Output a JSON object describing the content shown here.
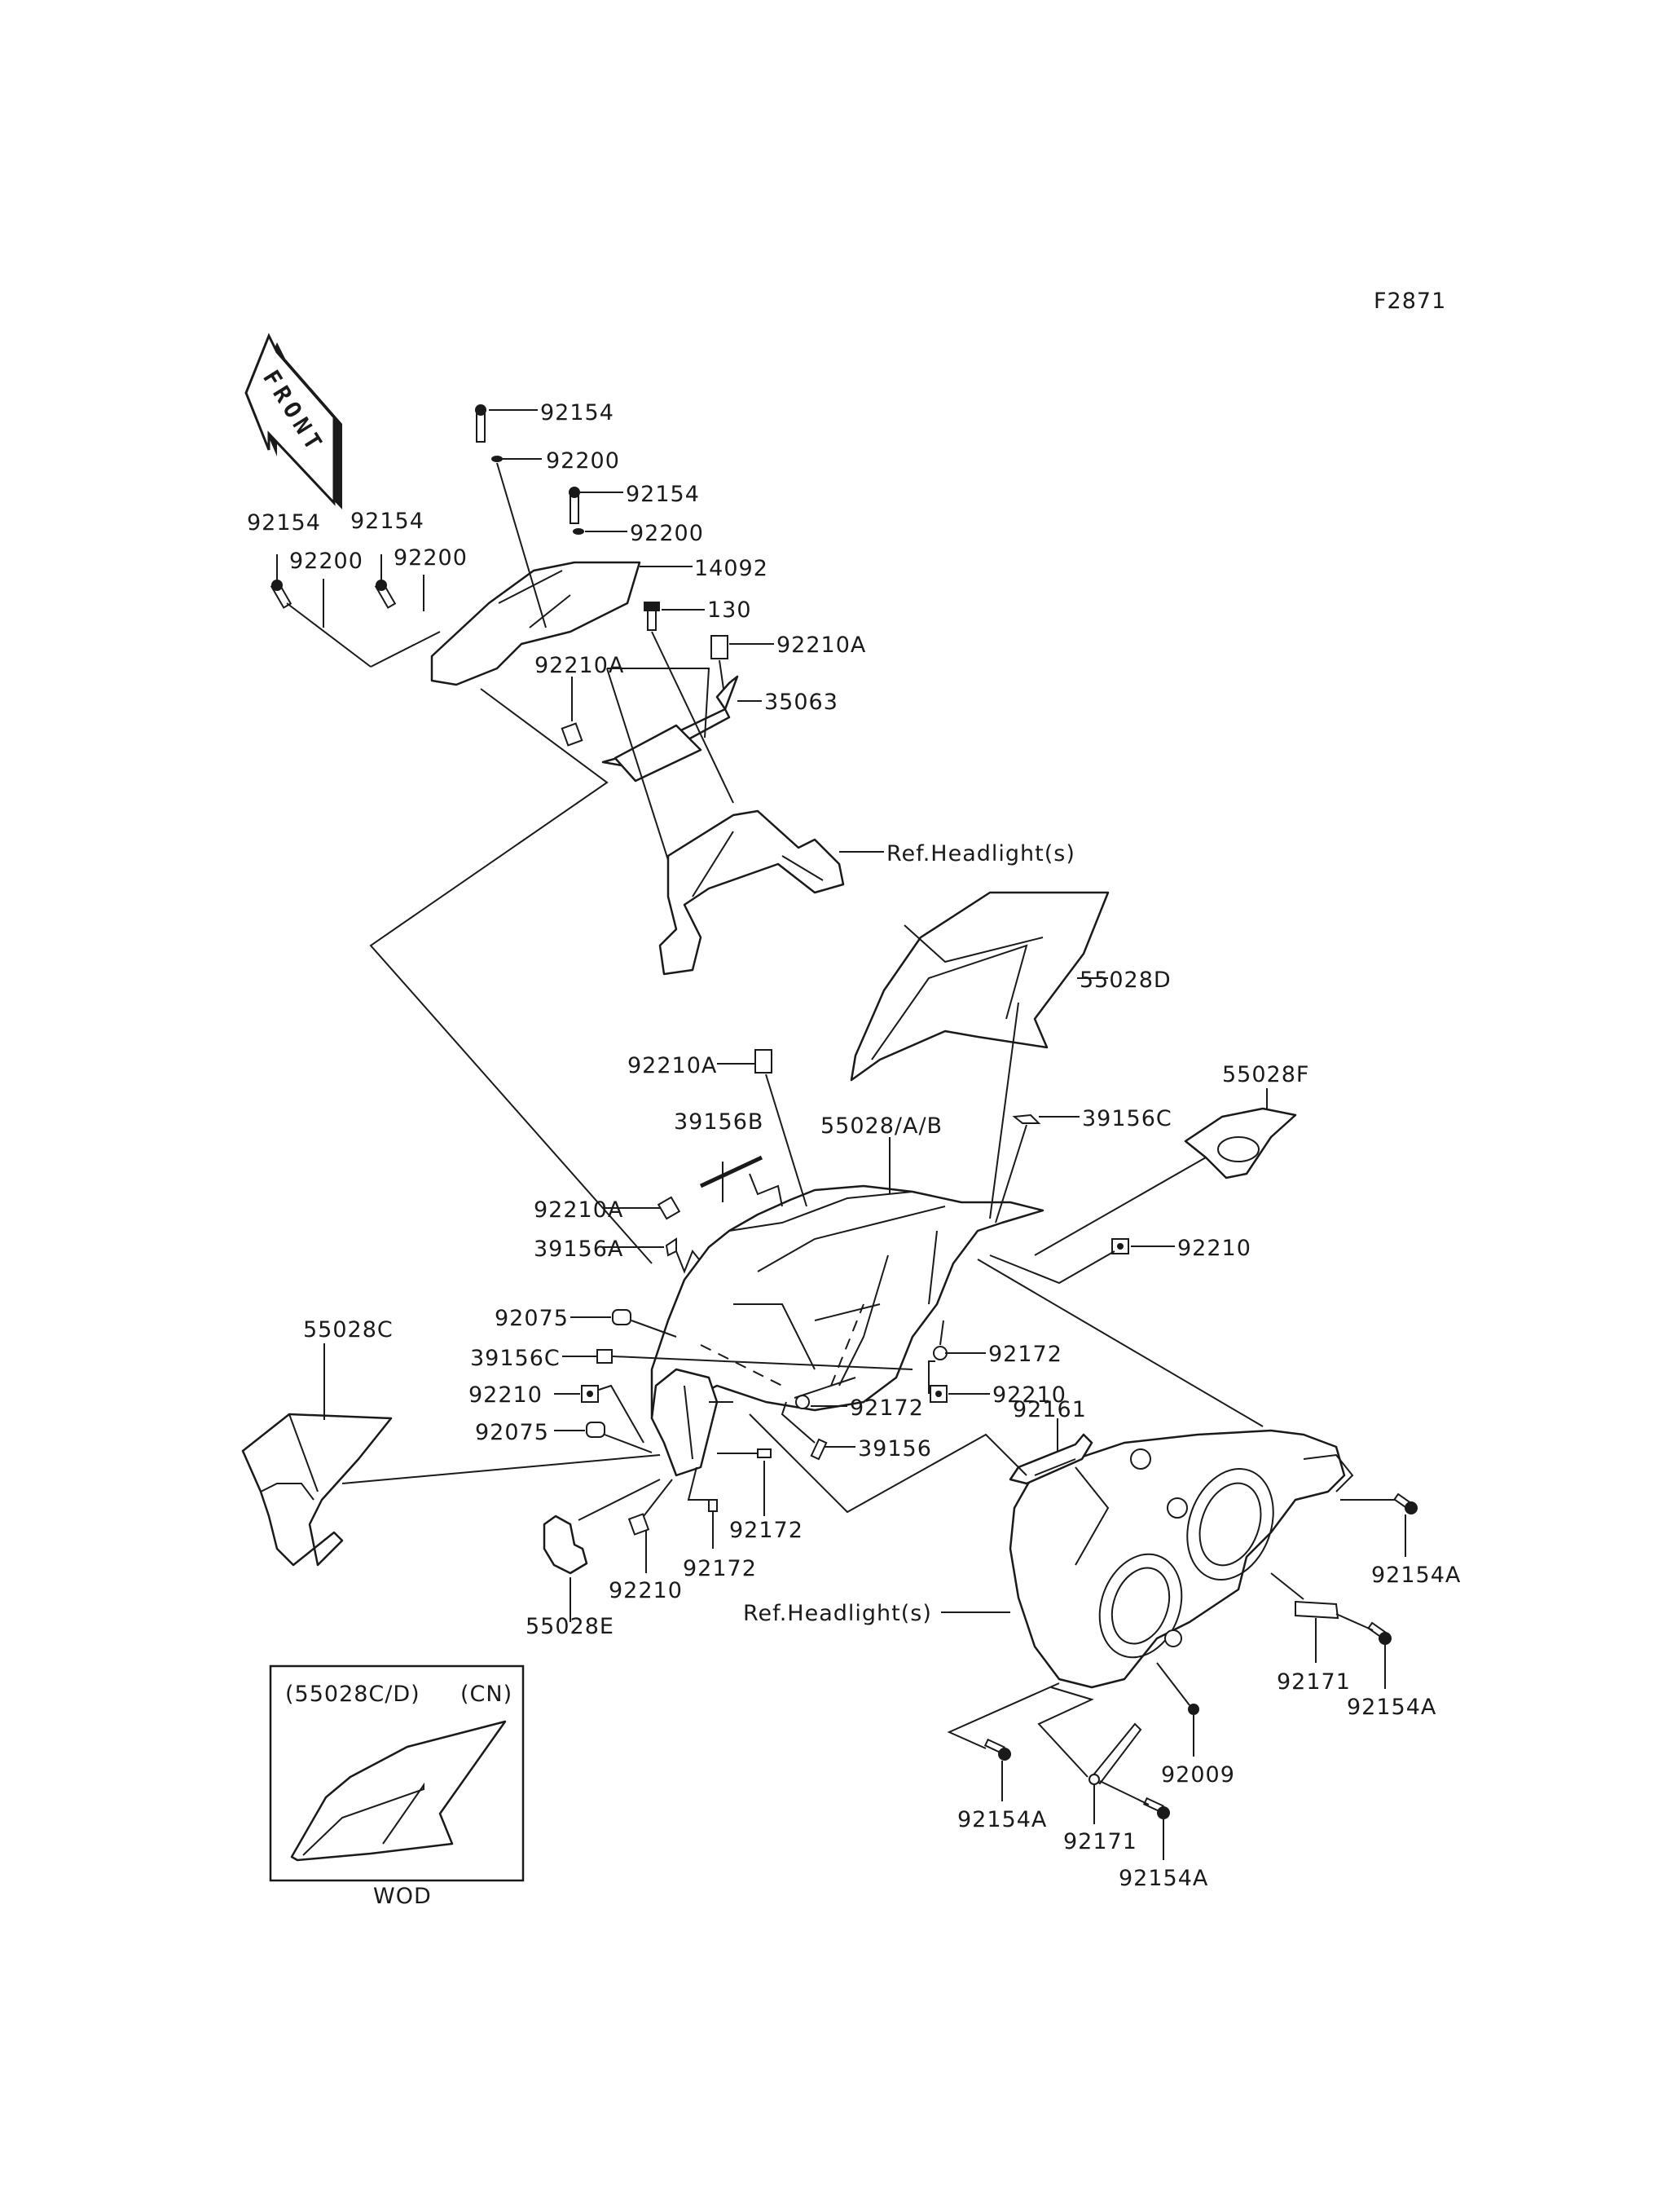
{
  "diagram": {
    "figure_id": "F2871",
    "front_arrow_text": "FRONT",
    "callouts": {
      "c01": "92154",
      "c02": "92200",
      "c03": "92154",
      "c04": "92200",
      "c05": "92154",
      "c06": "92200",
      "c07": "92154",
      "c08": "92200",
      "c09": "14092",
      "c10": "130",
      "c11": "92210A",
      "c12": "92210A",
      "c13": "35063",
      "c14": "Ref.Headlight(s)",
      "c15": "55028D",
      "c16": "92210A",
      "c17": "55028F",
      "c18": "39156B",
      "c19": "55028/A/B",
      "c20": "39156C",
      "c21": "92210A",
      "c22": "39156A",
      "c23": "92210",
      "c24": "92075",
      "c25": "55028C",
      "c26": "39156C",
      "c27": "92172",
      "c28": "92210",
      "c29": "92172",
      "c30": "92210",
      "c31": "92161",
      "c32": "92075",
      "c33": "39156",
      "c34": "92172",
      "c35": "92172",
      "c36": "92210",
      "c37": "55028E",
      "c38": "Ref.Headlight(s)",
      "c39": "92154A",
      "c40": "92171",
      "c41": "92154A",
      "c42": "92009",
      "c43": "92154A",
      "c44": "92171",
      "c45": "92154A"
    },
    "inset": {
      "part_ref": "(55028C/D)",
      "region": "(CN)",
      "caption": "WOD"
    }
  }
}
